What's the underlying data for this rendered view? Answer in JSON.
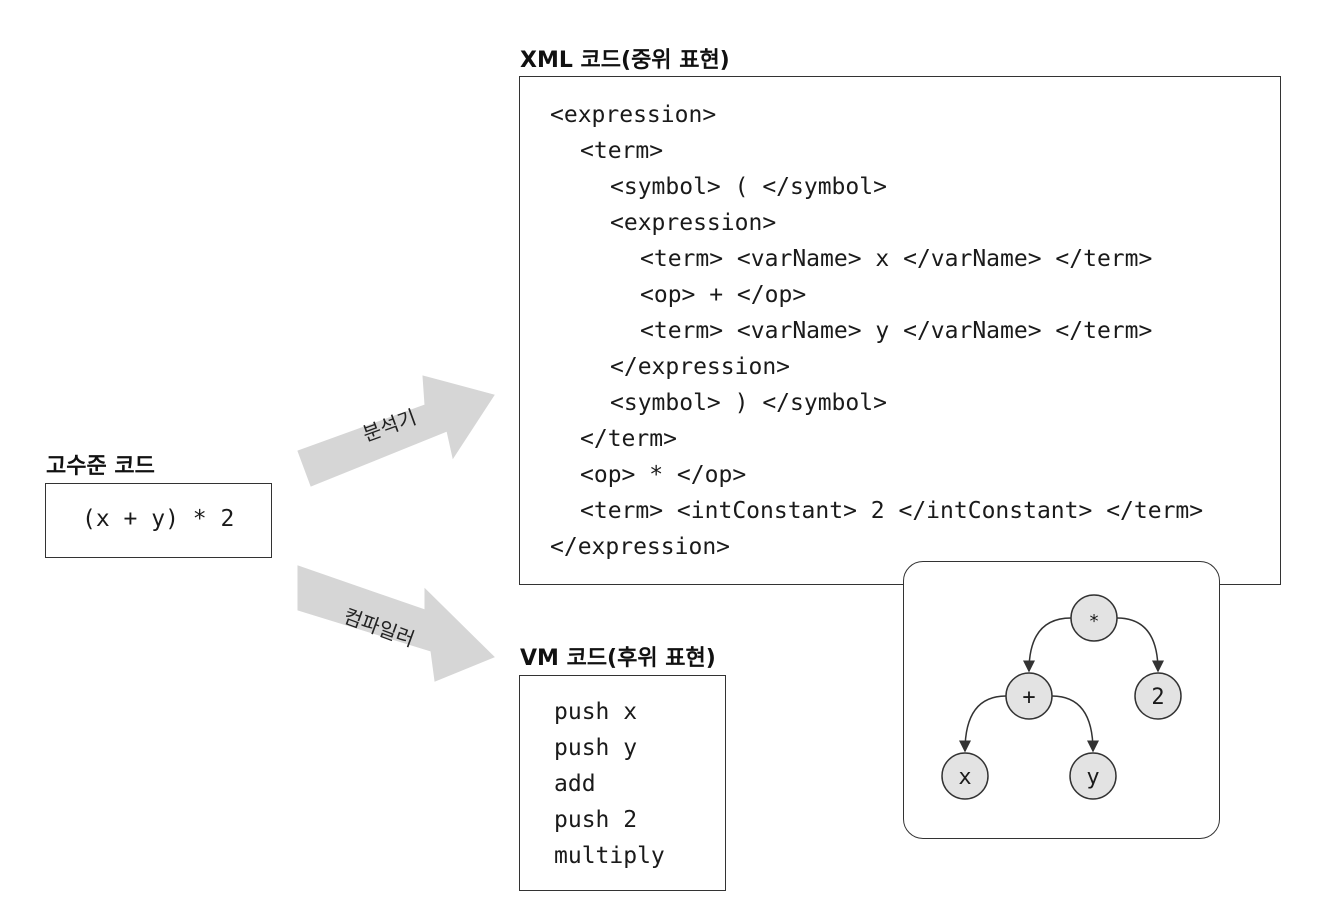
{
  "source": {
    "heading": "고수준 코드",
    "code": "(x + y) * 2"
  },
  "parser_arrow": {
    "label": "분석기"
  },
  "compiler_arrow": {
    "label": "컴파일러"
  },
  "xml_section": {
    "heading": "XML 코드(중위 표현)",
    "lines": [
      {
        "indent": 0,
        "text": "<expression>"
      },
      {
        "indent": 1,
        "text": "<term>"
      },
      {
        "indent": 2,
        "text": "<symbol> ( </symbol>"
      },
      {
        "indent": 2,
        "text": "<expression>"
      },
      {
        "indent": 3,
        "text": "<term> <varName> x </varName> </term>"
      },
      {
        "indent": 3,
        "text": "<op> + </op>"
      },
      {
        "indent": 3,
        "text": "<term> <varName> y </varName> </term>"
      },
      {
        "indent": 2,
        "text": "</expression>"
      },
      {
        "indent": 2,
        "text": "<symbol> ) </symbol>"
      },
      {
        "indent": 1,
        "text": "</term>"
      },
      {
        "indent": 1,
        "text": "<op> * </op>"
      },
      {
        "indent": 1,
        "text": "<term> <intConstant> 2 </intConstant> </term>"
      },
      {
        "indent": 0,
        "text": "</expression>"
      }
    ]
  },
  "vm_section": {
    "heading": "VM 코드(후위 표현)",
    "lines": [
      "push x",
      "push y",
      "add",
      "push 2",
      "multiply"
    ]
  },
  "tree": {
    "nodes": [
      {
        "id": "mul",
        "label": "*"
      },
      {
        "id": "plus",
        "label": "+"
      },
      {
        "id": "two",
        "label": "2"
      },
      {
        "id": "x",
        "label": "x"
      },
      {
        "id": "y",
        "label": "y"
      }
    ],
    "edges": [
      {
        "from": "mul",
        "to": "plus"
      },
      {
        "from": "mul",
        "to": "two"
      },
      {
        "from": "plus",
        "to": "x"
      },
      {
        "from": "plus",
        "to": "y"
      }
    ],
    "colors": {
      "node_fill": "#e3e3e3",
      "stroke": "#333333"
    }
  },
  "colors": {
    "arrow_fill": "#d6d6d6"
  }
}
